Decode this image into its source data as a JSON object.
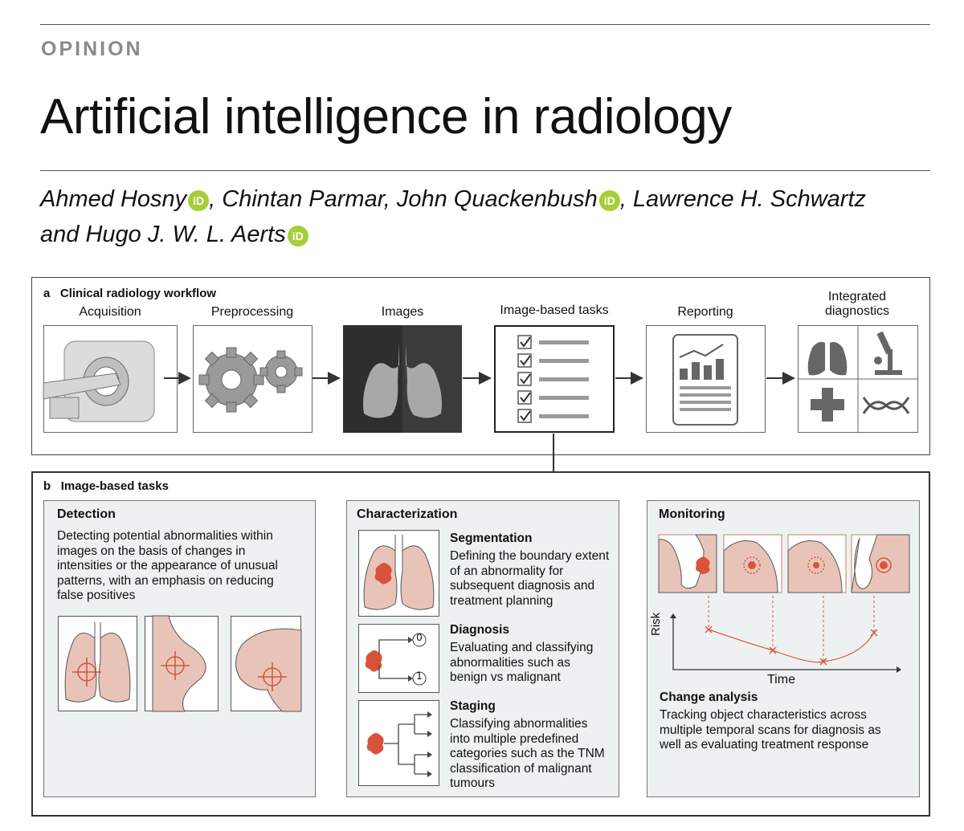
{
  "header": {
    "section": "OPINION",
    "title": "Artificial intelligence in radiology",
    "authors_line1": [
      "Ahmed Hosny",
      ", Chintan Parmar, John Quackenbush",
      ", Lawrence H. Schwartz"
    ],
    "authors_line2": [
      "and Hugo J. W. L. Aerts"
    ],
    "orcid_glyph": "iD",
    "orcid_color": "#a6ce39"
  },
  "panel_a": {
    "letter": "a",
    "title": "Clinical radiology workflow",
    "steps": [
      "Acquisition",
      "Preprocessing",
      "Images",
      "Image-based tasks",
      "Reporting",
      "Integrated diagnostics"
    ]
  },
  "panel_b": {
    "letter": "b",
    "title": "Image-based tasks",
    "detection": {
      "title": "Detection",
      "text": "Detecting potential abnormalities within images on the basis of changes in intensities or the appearance of unusual patterns, with an emphasis on reducing false positives"
    },
    "characterization": {
      "title": "Characterization",
      "segmentation": {
        "title": "Segmentation",
        "text": "Defining the boundary extent of an abnormality for subsequent diagnosis and treatment planning"
      },
      "diagnosis": {
        "title": "Diagnosis",
        "text": "Evaluating and classifying abnormalities such as benign vs malignant",
        "outputs": [
          "0",
          "1"
        ]
      },
      "staging": {
        "title": "Staging",
        "text": "Classifying abnormalities into multiple predefined categories such as the TNM classification of malignant tumours"
      }
    },
    "monitoring": {
      "title": "Monitoring",
      "y_axis": "Risk",
      "x_axis": "Time",
      "change_title": "Change analysis",
      "change_text": "Tracking object characteristics across multiple temporal scans for diagnosis as well as evaluating treatment response"
    }
  },
  "colors": {
    "accent_red": "#d9533a",
    "tissue_pink": "#e8c4b8",
    "panel_bg": "#eef1f1"
  }
}
